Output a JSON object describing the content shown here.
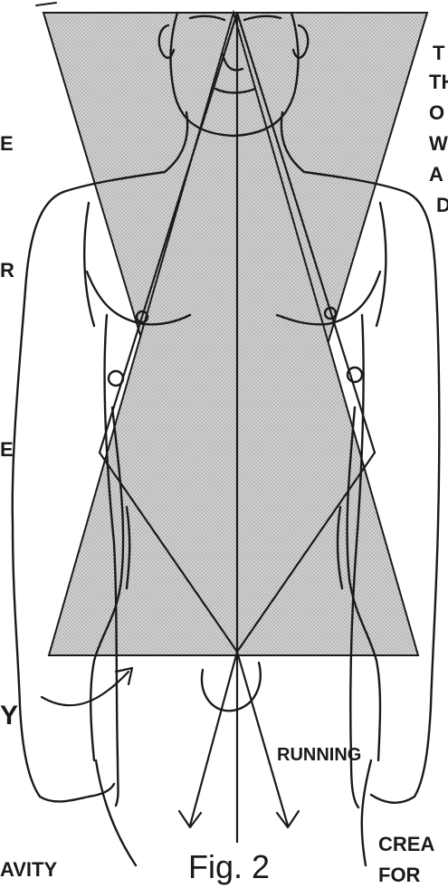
{
  "figure": {
    "caption": "Fig. 2",
    "fragments_left": [
      "E",
      "R",
      "E",
      "Y",
      "AVITY"
    ],
    "fragments_right": [
      "T",
      "TH",
      "O",
      "W",
      "A",
      "D",
      "CREA",
      "FOR"
    ],
    "annotation_running": "RUNNING",
    "colors": {
      "ink": "#1a1a1a",
      "tint": "#c9c9c9",
      "paper": "#ffffff"
    }
  }
}
